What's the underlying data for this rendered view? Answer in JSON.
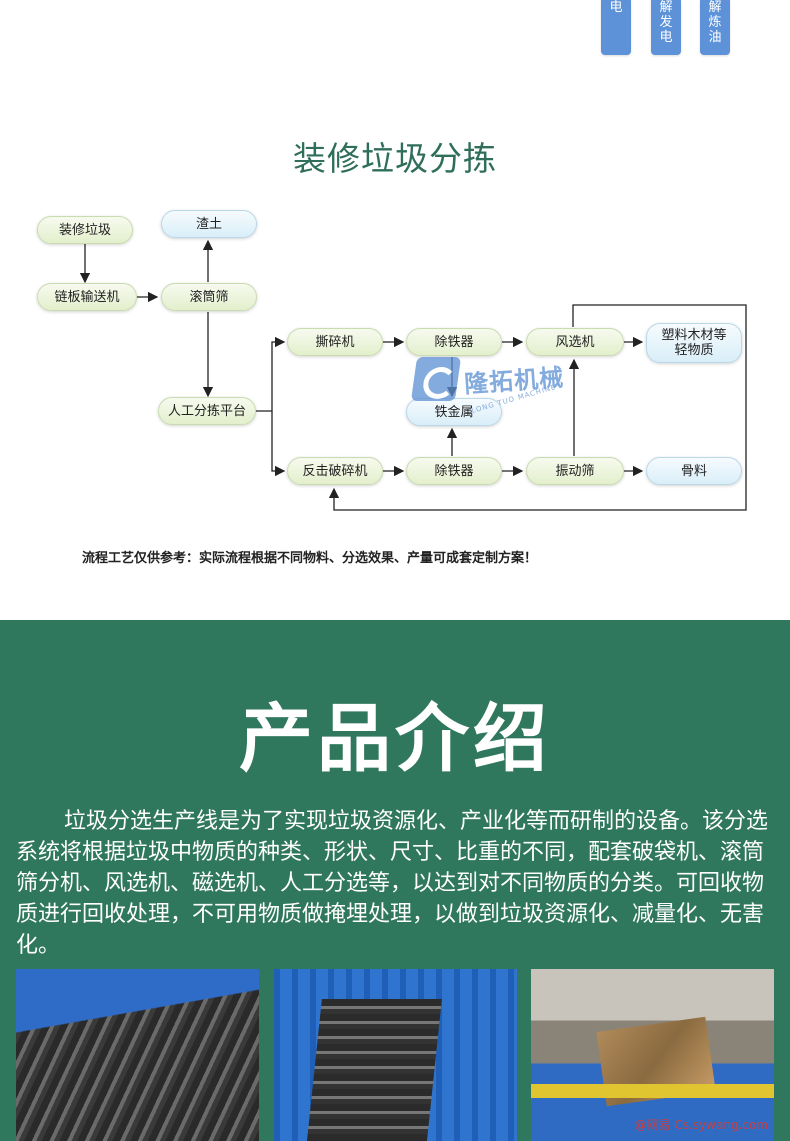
{
  "top_tabs": [
    {
      "lines": [
        "电"
      ]
    },
    {
      "lines": [
        "解",
        "发",
        "电"
      ]
    },
    {
      "lines": [
        "解",
        "炼",
        "油"
      ]
    }
  ],
  "diagram": {
    "title": "装修垃圾分拣",
    "nodes": {
      "decoration_waste": "装修垃圾",
      "slag_soil": "渣土",
      "chain_conveyor": "链板输送机",
      "trommel": "滚筒筛",
      "manual_platform": "人工分拣平台",
      "shredder": "撕碎机",
      "iron_remover_top": "除铁器",
      "air_separator": "风选机",
      "light_materials_line1": "塑料木材等",
      "light_materials_line2": "轻物质",
      "iron_metal": "铁金属",
      "impact_crusher": "反击破碎机",
      "iron_remover_bottom": "除铁器",
      "vibrating_screen": "振动筛",
      "aggregate": "骨料"
    },
    "watermark": {
      "brand": "隆拓机械",
      "sub": "LONG TUO MACHINE"
    },
    "note": "流程工艺仅供参考：实际流程根据不同物料、分选效果、产量可成套定制方案！"
  },
  "intro": {
    "title": "产品介绍",
    "body": "垃圾分选生产线是为了实现垃圾资源化、产业化等而研制的设备。该分选系统将根据垃圾中物质的种类、形状、尺寸、比重的不同，配套破袋机、滚筒筛分机、风选机、磁选机、人工分选等，以达到对不同物质的分类。可回收物质进行回收处理，不可用物质做掩埋处理，以做到垃圾资源化、减量化、无害化。",
    "photo_caption": "@网易 Cs.sywang.com"
  },
  "colors": {
    "title_green": "#2f6e5b",
    "intro_bg": "#2f775d",
    "tab_blue": "#5d92d8",
    "node_green": "#e3efcc",
    "node_blue": "#d9eef8"
  }
}
